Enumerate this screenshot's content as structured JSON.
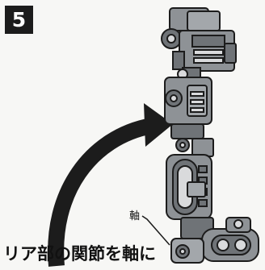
{
  "step": {
    "number": "5"
  },
  "callout": {
    "label": "軸"
  },
  "caption": {
    "text": "リア部の関節を軸に"
  },
  "icons": [
    "direction-arrow-icon"
  ],
  "colors": {
    "ink": "#1c1c1c",
    "part_gray": "#8e9296",
    "paper": "#f7f7f5"
  }
}
